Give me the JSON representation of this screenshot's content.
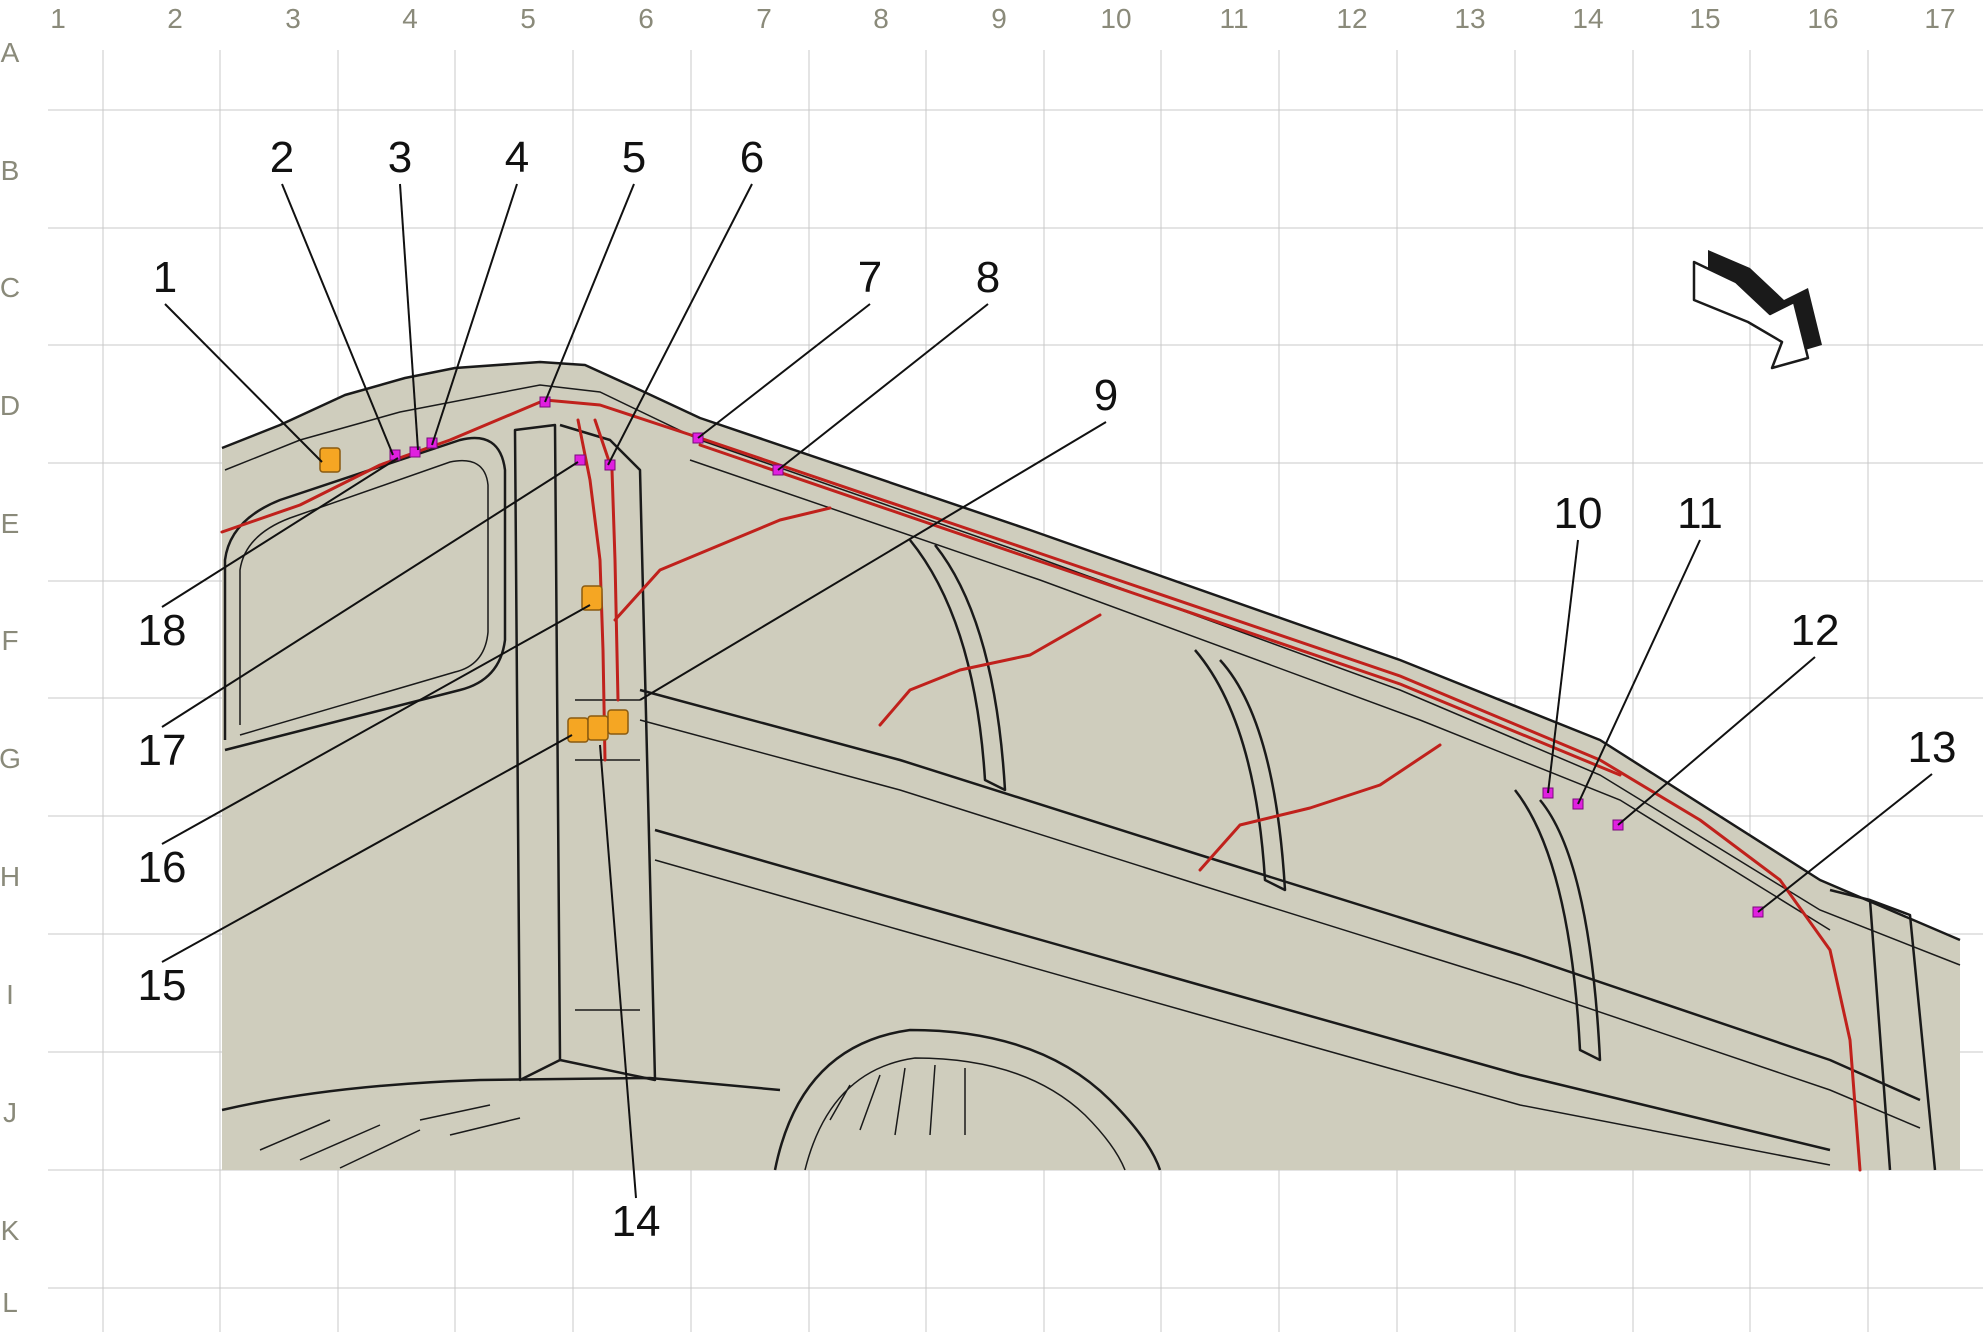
{
  "grid": {
    "columns": [
      "1",
      "2",
      "3",
      "4",
      "5",
      "6",
      "7",
      "8",
      "9",
      "10",
      "11",
      "12",
      "13",
      "14",
      "15",
      "16",
      "17"
    ],
    "rows": [
      "A",
      "B",
      "C",
      "D",
      "E",
      "F",
      "G",
      "H",
      "I",
      "J",
      "K",
      "L"
    ]
  },
  "callouts": [
    "1",
    "2",
    "3",
    "4",
    "5",
    "6",
    "7",
    "8",
    "9",
    "10",
    "11",
    "12",
    "13",
    "14",
    "15",
    "16",
    "17",
    "18"
  ],
  "colors": {
    "panel_fill": "#cfcdbd",
    "harness": "#c0211c",
    "connector_magenta": "#e020e0",
    "connector_orange": "#f5a623",
    "outline": "#1a1a1a",
    "grid": "#c8c8c8"
  },
  "icons": {
    "direction_arrow": "forward-direction-arrow-icon"
  }
}
